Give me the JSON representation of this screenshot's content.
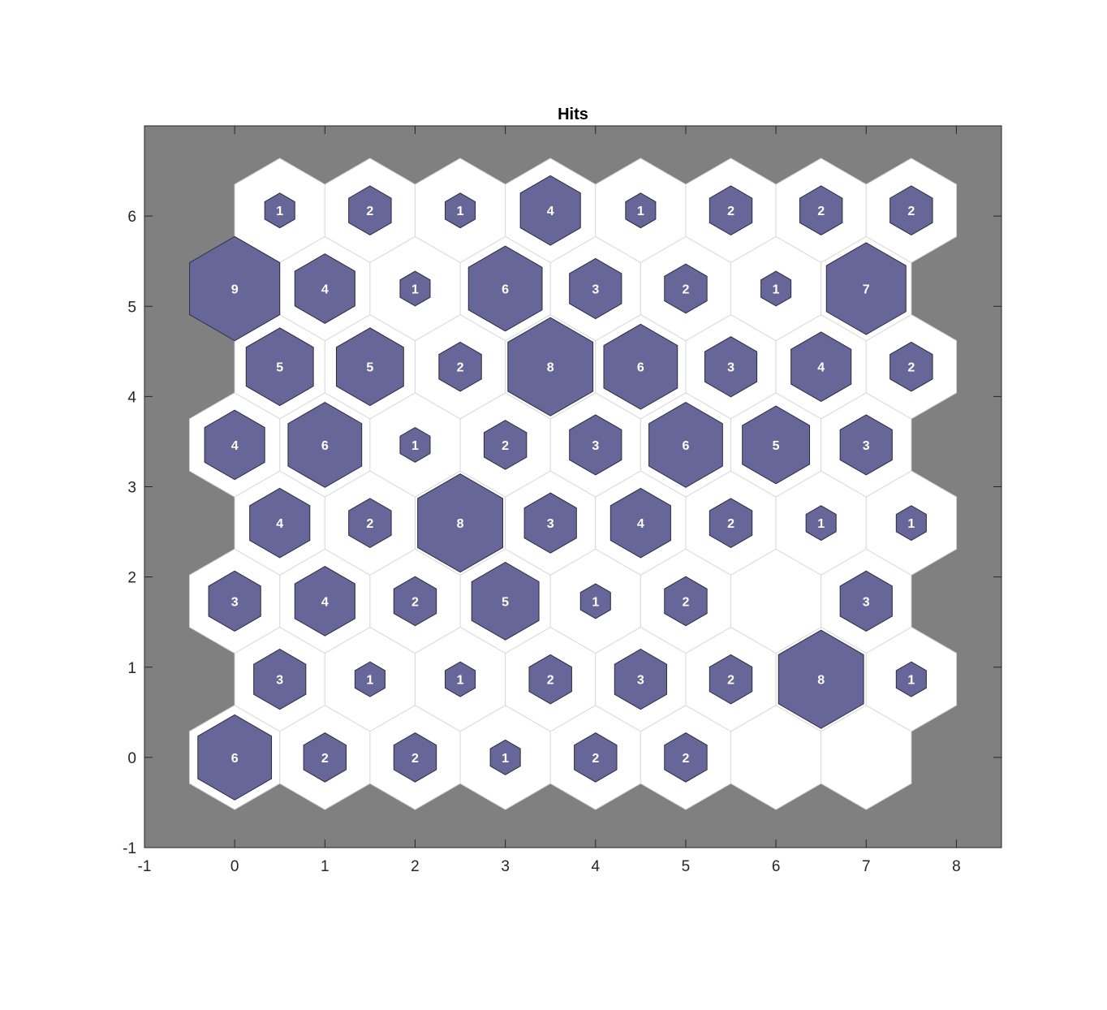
{
  "chart_data": {
    "type": "heatmap",
    "title": "Hits",
    "xlabel": "",
    "ylabel": "",
    "xlim": [
      -1,
      8.5
    ],
    "ylim": [
      -1,
      7
    ],
    "xticks": [
      -1,
      0,
      1,
      2,
      3,
      4,
      5,
      6,
      7,
      8
    ],
    "yticks": [
      -1,
      0,
      1,
      2,
      3,
      4,
      5,
      6
    ],
    "grid": false,
    "topology": "hexagonal",
    "dimensions": [
      8,
      8
    ],
    "colors": {
      "axes_background": "#808080",
      "cell_fill": "#ffffff",
      "cell_edge": "#d9d9d9",
      "hit_fill": "#666699",
      "hit_edge": "#2b2b40",
      "hit_label": "#ffffff"
    },
    "rows": [
      {
        "y": 0,
        "x_start": 0,
        "hits": [
          6,
          2,
          2,
          1,
          2,
          2,
          0,
          0
        ]
      },
      {
        "y": 0.866,
        "x_start": 0.5,
        "hits": [
          3,
          1,
          1,
          2,
          3,
          2,
          8,
          1
        ]
      },
      {
        "y": 1.732,
        "x_start": 0,
        "hits": [
          3,
          4,
          2,
          5,
          1,
          2,
          0,
          3
        ]
      },
      {
        "y": 2.598,
        "x_start": 0.5,
        "hits": [
          4,
          2,
          8,
          3,
          4,
          2,
          1,
          1
        ]
      },
      {
        "y": 3.464,
        "x_start": 0,
        "hits": [
          4,
          6,
          1,
          2,
          3,
          6,
          5,
          3
        ]
      },
      {
        "y": 4.33,
        "x_start": 0.5,
        "hits": [
          5,
          5,
          2,
          8,
          6,
          3,
          4,
          2
        ]
      },
      {
        "y": 5.196,
        "x_start": 0,
        "hits": [
          9,
          4,
          1,
          6,
          3,
          2,
          1,
          7
        ]
      },
      {
        "y": 6.062,
        "x_start": 0.5,
        "hits": [
          1,
          2,
          1,
          4,
          1,
          2,
          2,
          2
        ]
      }
    ],
    "max_hits": 9
  }
}
